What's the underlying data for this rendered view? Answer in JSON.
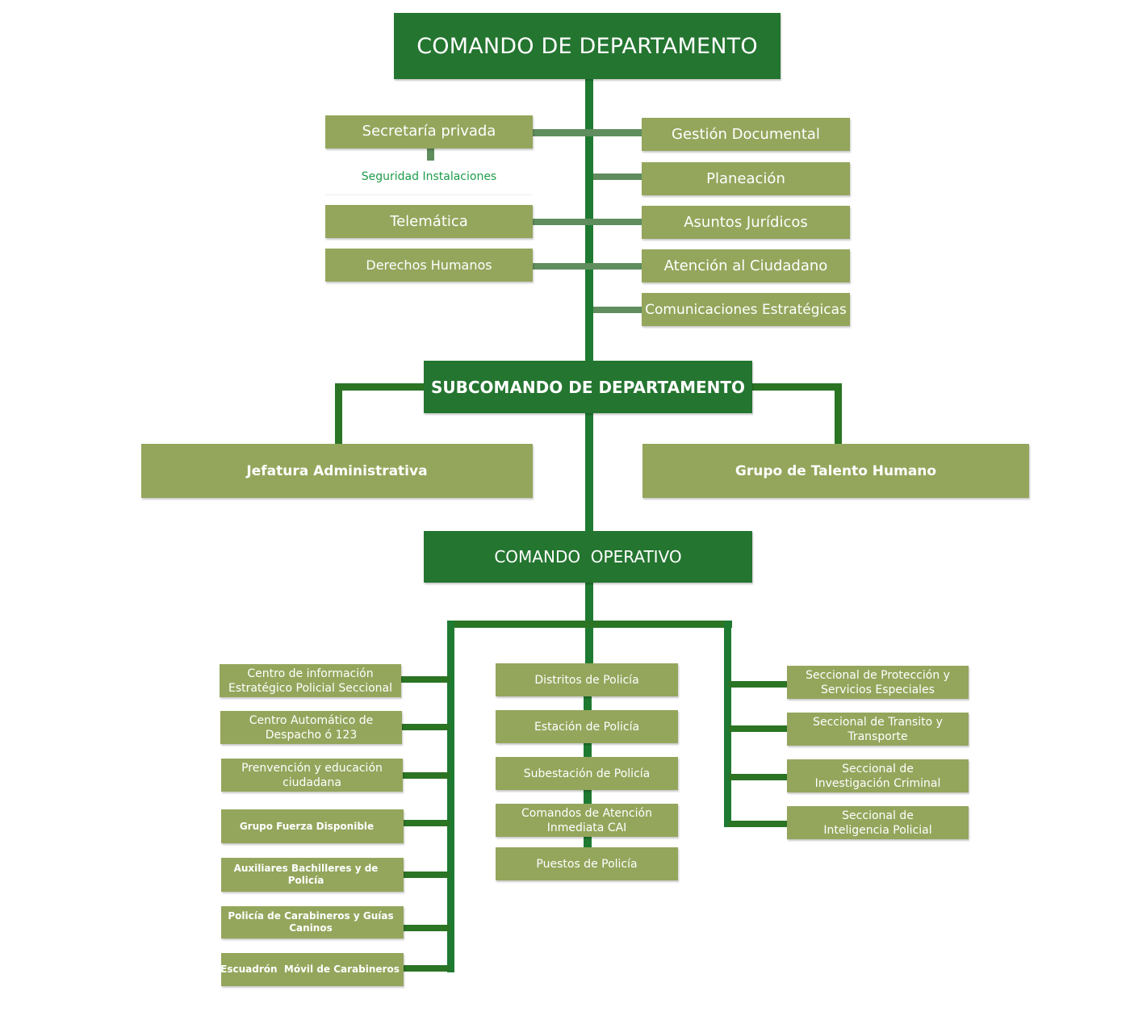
{
  "colors": {
    "command_box": "#247530",
    "unit_box": "#94a65c",
    "spine": "#1f7a31",
    "staff_connector": "#5f8d5e",
    "sub_label_text": "#1e9c4a"
  },
  "command": {
    "title": "COMANDO DE DEPARTAMENTO",
    "staff_left": [
      {
        "label": "Secretaría privada"
      },
      {
        "label": "Telemática"
      },
      {
        "label": "Derechos Humanos"
      }
    ],
    "staff_left_sub": "Seguridad Instalaciones",
    "staff_right": [
      {
        "label": "Gestión Documental"
      },
      {
        "label": "Planeación"
      },
      {
        "label": "Asuntos Jurídicos"
      },
      {
        "label": "Atención al Ciudadano"
      },
      {
        "label": "Comunicaciones Estratégicas"
      }
    ]
  },
  "subcommand": {
    "title": "SUBCOMANDO DE DEPARTAMENTO",
    "left": "Jefatura Administrativa",
    "right": "Grupo de Talento Humano"
  },
  "operative": {
    "title": "COMANDO  OPERATIVO",
    "left_units": [
      "Centro de información Estratégico Policial Seccional",
      "Centro Automático de Despacho ó 123",
      "Prenvención y educación ciudadana",
      "Grupo Fuerza Disponible",
      "Auxiliares Bachilleres y de Policía",
      "Policía de Carabineros y Guías Caninos",
      "Escuadrón  Móvil de Carabineros"
    ],
    "center_units": [
      "Distritos de Policía",
      "Estación de Policía",
      "Subestación de Policía",
      "Comandos de Atención Inmediata CAI",
      "Puestos de Policía"
    ],
    "right_units": [
      "Seccional de Protección y Servicios Especiales",
      "Seccional de Transito y Transporte",
      "Seccional de Investigación Criminal",
      "Seccional de Inteligencia Policial"
    ]
  }
}
